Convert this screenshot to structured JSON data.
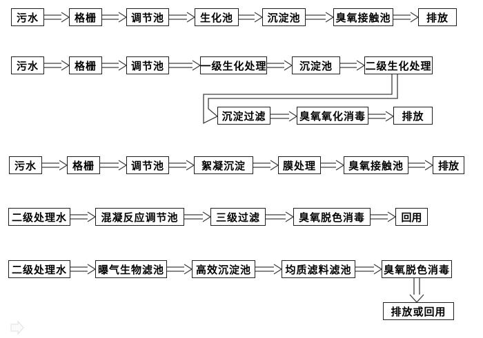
{
  "diagram": {
    "title_hint": "wastewater-treatment-process-flowcharts",
    "colors": {
      "background": "#ffffff",
      "box_border": "#1c1c1c",
      "arrow_line": "#3c3c3c",
      "text": "#000000",
      "faint_icon": "#e0e0e0"
    },
    "icons": {
      "faint_cursor_arrow": "hollow-right-arrow"
    },
    "flows": [
      {
        "id": "flow-1",
        "nodes": [
          "污水",
          "格栅",
          "调节池",
          "生化池",
          "沉淀池",
          "臭氧接触池",
          "排放"
        ]
      },
      {
        "id": "flow-2",
        "nodes": [
          "污水",
          "格栅",
          "调节池",
          "一级生化处理",
          "沉淀池",
          "二级生化处理",
          "沉淀过滤",
          "臭氧氧化消毒",
          "排放"
        ]
      },
      {
        "id": "flow-3",
        "nodes": [
          "污水",
          "格栅",
          "调节池",
          "絮凝沉淀",
          "膜处理",
          "臭氧接触池",
          "排放"
        ]
      },
      {
        "id": "flow-4",
        "nodes": [
          "二级处理水",
          "混凝反应调节池",
          "三级过滤",
          "臭氧脱色消毒",
          "回用"
        ]
      },
      {
        "id": "flow-5",
        "nodes": [
          "二级处理水",
          "曝气生物滤池",
          "高效沉淀池",
          "均质滤料滤池",
          "臭氧脱色消毒",
          "排放或回用"
        ]
      }
    ]
  }
}
